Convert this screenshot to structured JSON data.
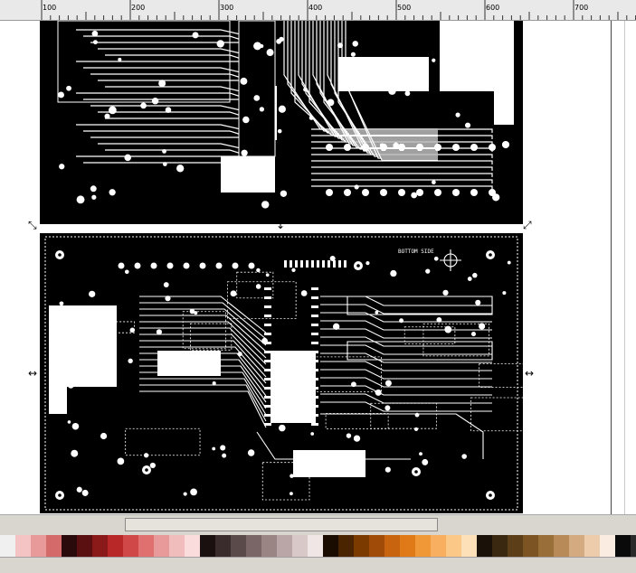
{
  "ruler": {
    "ticks": [
      "100",
      "200",
      "300",
      "400",
      "500",
      "600",
      "700"
    ]
  },
  "canvas": {
    "top_board": {
      "name": "pcb-top-layer"
    },
    "bottom_board": {
      "name": "pcb-bottom-layer",
      "silk_label": "BOTTOM SIDE"
    }
  },
  "palette": {
    "colors": [
      "#f0f0f0",
      "#f4c4c4",
      "#e89999",
      "#d46a6a",
      "#2a0a0a",
      "#5a1010",
      "#8a1a1a",
      "#b82828",
      "#d04848",
      "#e07070",
      "#e89a9a",
      "#f0bcbc",
      "#fadcdc",
      "#1a1010",
      "#3a2c2c",
      "#5a4a4a",
      "#7a6666",
      "#9a8484",
      "#baa6a6",
      "#d8c8c8",
      "#f0e6e6",
      "#1a0c00",
      "#4a2400",
      "#7a3a00",
      "#a04c08",
      "#c86410",
      "#e07a18",
      "#f09838",
      "#f8b060",
      "#fcc888",
      "#fde0b8",
      "#1a1208",
      "#3a2810",
      "#5c3e18",
      "#7c5424",
      "#9a6e38",
      "#b88a58",
      "#d4aa80",
      "#ecccaa",
      "#faece0",
      "#0a0a0a",
      "#2a2a2a"
    ]
  }
}
